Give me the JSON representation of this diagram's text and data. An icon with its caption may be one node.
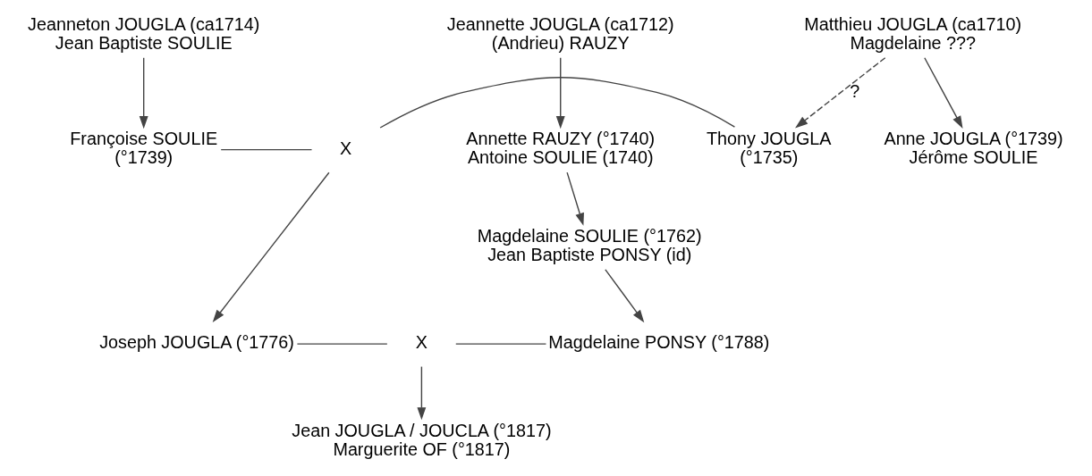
{
  "diagram": {
    "nodes": [
      {
        "text": [
          "Jeanneton JOUGLA (ca1714)",
          "Jean Baptiste SOULIE"
        ]
      },
      {
        "text": [
          "Matthieu JOUGLA (ca1710)",
          "Magdelaine ???"
        ]
      },
      {
        "text": [
          "Jeannette JOUGLA (ca1712)",
          "(Andrieu) RAUZY"
        ]
      },
      {
        "text": [
          "Françoise SOULIE",
          "(°1739)"
        ]
      },
      {
        "text": [
          "X"
        ]
      },
      {
        "text": [
          "Thony JOUGLA",
          "(°1735)"
        ]
      },
      {
        "text": [
          "Anne JOUGLA (°1739)",
          "Jérôme SOULIE"
        ]
      },
      {
        "text": [
          "Annette RAUZY (°1740)",
          "Antoine SOULIE (1740)"
        ]
      },
      {
        "text": [
          "Magdelaine SOULIE (°1762)",
          "Jean Baptiste PONSY (id)"
        ]
      },
      {
        "text": [
          "Joseph JOUGLA (°1776)"
        ]
      },
      {
        "text": [
          "X"
        ]
      },
      {
        "text": [
          "Magdelaine PONSY (°1788)"
        ]
      },
      {
        "text": [
          "Jean JOUGLA / JOUCLA (°1817)",
          "Marguerite OF (°1817)"
        ]
      }
    ],
    "edges": [
      {
        "from": 0,
        "to": 3,
        "arrow": "to"
      },
      {
        "from": 1,
        "to": 5,
        "arrow": "to",
        "label": "?",
        "style": "dashed"
      },
      {
        "from": 1,
        "to": 6,
        "arrow": "to"
      },
      {
        "from": 2,
        "to": 7,
        "arrow": "to"
      },
      {
        "from": 3,
        "to": 4,
        "arrow": "none"
      },
      {
        "from": 4,
        "to": 5,
        "arrow": "none"
      },
      {
        "from": 4,
        "to": 9,
        "arrow": "to"
      },
      {
        "from": 7,
        "to": 8,
        "arrow": "to"
      },
      {
        "from": 8,
        "to": 11,
        "arrow": "to"
      },
      {
        "from": 9,
        "to": 10,
        "arrow": "none"
      },
      {
        "from": 10,
        "to": 11,
        "arrow": "none"
      },
      {
        "from": 10,
        "to": 12,
        "arrow": "to"
      }
    ]
  }
}
